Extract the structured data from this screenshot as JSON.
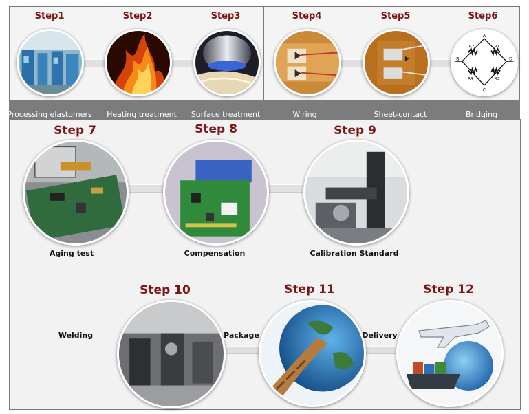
{
  "steps_top": [
    {
      "title": "Step1",
      "label": "Processing elastomers",
      "icon": "factory-machines-photo"
    },
    {
      "title": "Step2",
      "label": "Heating treatment",
      "icon": "flames-photo"
    },
    {
      "title": "Step3",
      "label": "Surface treatment",
      "icon": "metal-polishing-photo"
    },
    {
      "title": "Step4",
      "label": "Wiring",
      "icon": "wired-strain-gauge-photo"
    },
    {
      "title": "Step5",
      "label": "Sheet-contact",
      "icon": "sheet-contact-photo"
    },
    {
      "title": "Step6",
      "label": "Bridging",
      "icon": "wheatstone-bridge-diagram"
    }
  ],
  "bridge_labels": {
    "a": "A",
    "b": "B",
    "c": "C",
    "d": "D",
    "r1": "R1",
    "r2": "R2",
    "r3": "R3",
    "r4": "R4"
  },
  "steps_middle": [
    {
      "title": "Step 7",
      "label": "Aging test",
      "icon": "circuit-board-photo"
    },
    {
      "title": "Step 8",
      "label": "Compensation",
      "icon": "green-pcb-photo"
    },
    {
      "title": "Step 9",
      "label": "Calibration Standard",
      "icon": "calibration-machine-photo"
    }
  ],
  "steps_bottom": [
    {
      "title": "Step 10",
      "label": "Welding",
      "icon": "welding-machines-photo"
    },
    {
      "title": "Step 11",
      "label": "Package",
      "icon": "globe-boxes-photo"
    },
    {
      "title": "Step 12",
      "label": "Delivery",
      "icon": "plane-ship-globe-photo"
    }
  ],
  "colors": {
    "step_title": "#7b1414",
    "band": "#7c7c7c",
    "panel": "#f3f3f3"
  }
}
